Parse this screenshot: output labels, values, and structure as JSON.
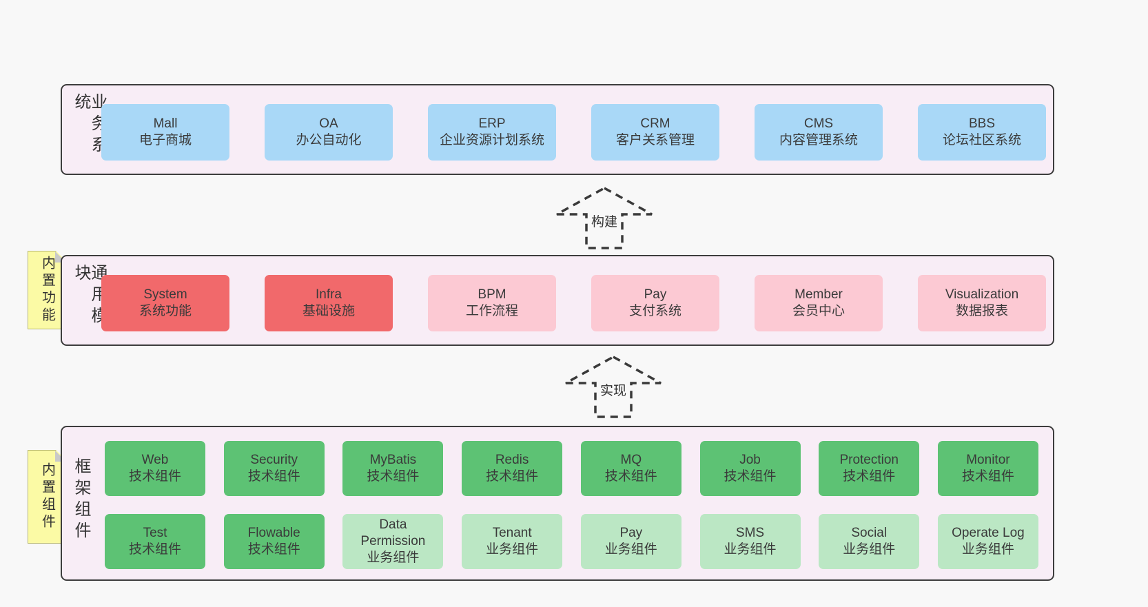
{
  "colors": {
    "page_bg": "#f8f8f8",
    "band_bg": "#f8edf6",
    "band_border": "#3d3d3d",
    "blue_box": "#a9d8f7",
    "red_box": "#f1696b",
    "pink_box": "#fcc9d3",
    "green_dark_box": "#5dc274",
    "green_light_box": "#bbe7c4",
    "sticky_yellow": "#fbfaa5",
    "sticky_fold_gray": "#c9c9c9",
    "text": "#3a3a3a"
  },
  "band_business": {
    "label": "业务系统",
    "boxes": [
      {
        "en": "Mall",
        "zh": "电子商城",
        "variant": "blue"
      },
      {
        "en": "OA",
        "zh": "办公自动化",
        "variant": "blue"
      },
      {
        "en": "ERP",
        "zh": "企业资源计划系统",
        "variant": "blue"
      },
      {
        "en": "CRM",
        "zh": "客户关系管理",
        "variant": "blue"
      },
      {
        "en": "CMS",
        "zh": "内容管理系统",
        "variant": "blue"
      },
      {
        "en": "BBS",
        "zh": "论坛社区系统",
        "variant": "blue"
      }
    ]
  },
  "arrow_build": {
    "label": "构建"
  },
  "band_modules": {
    "label": "通用模块",
    "sticky": "内置功能",
    "boxes": [
      {
        "en": "System",
        "zh": "系统功能",
        "variant": "red"
      },
      {
        "en": "Infra",
        "zh": "基础设施",
        "variant": "red"
      },
      {
        "en": "BPM",
        "zh": "工作流程",
        "variant": "pink"
      },
      {
        "en": "Pay",
        "zh": "支付系统",
        "variant": "pink"
      },
      {
        "en": "Member",
        "zh": "会员中心",
        "variant": "pink"
      },
      {
        "en": "Visualization",
        "zh": "数据报表",
        "variant": "pink"
      }
    ]
  },
  "arrow_implement": {
    "label": "实现"
  },
  "band_components": {
    "label": "框架组件",
    "sticky": "内置组件",
    "row1": [
      {
        "en": "Web",
        "zh": "技术组件",
        "variant": "green-dark"
      },
      {
        "en": "Security",
        "zh": "技术组件",
        "variant": "green-dark"
      },
      {
        "en": "MyBatis",
        "zh": "技术组件",
        "variant": "green-dark"
      },
      {
        "en": "Redis",
        "zh": "技术组件",
        "variant": "green-dark"
      },
      {
        "en": "MQ",
        "zh": "技术组件",
        "variant": "green-dark"
      },
      {
        "en": "Job",
        "zh": "技术组件",
        "variant": "green-dark"
      },
      {
        "en": "Protection",
        "zh": "技术组件",
        "variant": "green-dark"
      },
      {
        "en": "Monitor",
        "zh": "技术组件",
        "variant": "green-dark"
      }
    ],
    "row2": [
      {
        "en": "Test",
        "zh": "技术组件",
        "variant": "green-dark"
      },
      {
        "en": "Flowable",
        "zh": "技术组件",
        "variant": "green-dark"
      },
      {
        "en": "Data Permission",
        "zh": "业务组件",
        "variant": "green-light"
      },
      {
        "en": "Tenant",
        "zh": "业务组件",
        "variant": "green-light"
      },
      {
        "en": "Pay",
        "zh": "业务组件",
        "variant": "green-light"
      },
      {
        "en": "SMS",
        "zh": "业务组件",
        "variant": "green-light"
      },
      {
        "en": "Social",
        "zh": "业务组件",
        "variant": "green-light"
      },
      {
        "en": "Operate Log",
        "zh": "业务组件",
        "variant": "green-light"
      }
    ]
  }
}
